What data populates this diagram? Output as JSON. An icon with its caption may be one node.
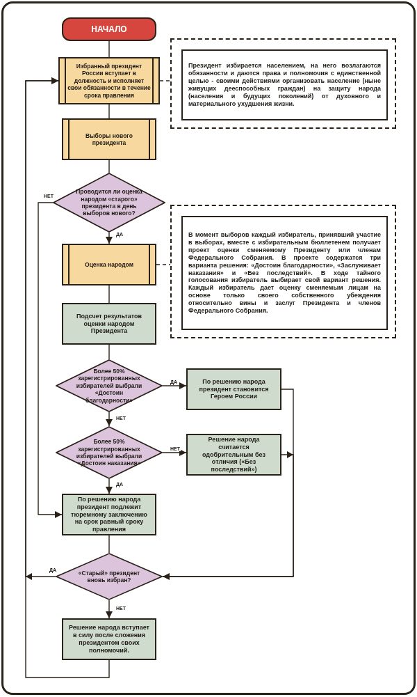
{
  "diagram": {
    "nodes": [
      {
        "text": [
          "НАЧАЛО"
        ]
      },
      {
        "text": [
          "Избранный президент России вступает в должность и исполняет свои обязанности в течение срока правления"
        ]
      },
      {
        "text": [],
        "shape": "box"
      },
      {
        "text": [
          "Президент избирается населением, на него возлагаются обязанности и даются права и полномочия с единственной целью - своими действиями организовать население (ныне живущих дееспособных граждан) на защиту народа (населения и будущих поколений) от духовного и материального ухудшения жизни."
        ],
        "in": 2
      },
      {
        "text": [
          "Выборы нового президента"
        ]
      },
      {
        "text": [
          "Проводится ли оценка народом «старого» президента в день выборов нового?"
        ]
      },
      {
        "text": [],
        "shape": "box"
      },
      {
        "text": [
          "В момент выборов каждый избиратель, принявший участие в выборах, вместе с избирательным бюллетенем получает проект оценки сменяемому Президенту или членам Федерального Собрания. В проекте содержатся три варианта решения: «Достоин благодарности», «Заслуживает наказания» и «Без последствий». В ходе тайного голосования избиратель выбирает свой вариант решения. Каждый избиратель дает оценку сменяемым лицам на основе только своего собственного убеждения относительно вины и заслуг Президента и членов Федерального Собрания."
        ],
        "in": 6
      },
      {
        "text": [
          "Оценка народом"
        ]
      },
      {
        "text": [
          "Подсчет результатов оценки народом Президента"
        ]
      },
      {
        "text": [
          "Более 50% зарегистрированных избирателей выбрали «Достоин благодарности»"
        ]
      },
      {
        "text": [
          "По решению народа президент становится Героем России"
        ]
      },
      {
        "text": [
          "Более 50% зарегистрированных избирателей выбрали «Достоин наказания»"
        ]
      },
      {
        "text": [
          "Решение народа считается одобрительным без отличия («Без последствий»)"
        ]
      },
      {
        "text": [
          "По решению народа президент подлежит тюремному заключению на срок равный сроку правления"
        ]
      },
      {
        "text": [
          "«Старый» президент вновь избран?"
        ]
      },
      {
        "text": [
          "Решение народа вступает в силу после сложения президентом своих полномочий."
        ]
      }
    ],
    "edges": [
      {
        "from": 0,
        "to": 1,
        "arrow": "none"
      },
      {
        "from": 1,
        "to": 2,
        "arrow": "none",
        "style": "dashed"
      },
      {
        "from": 1,
        "to": 4,
        "arrow": "none"
      },
      {
        "from": 4,
        "to": 5,
        "arrow": "none"
      },
      {
        "from": 5,
        "to": 8,
        "arrow": "to",
        "label": "ДА"
      },
      {
        "from": 5,
        "to": 14,
        "arrow": "to",
        "label": "НЕТ"
      },
      {
        "from": 8,
        "to": 6,
        "arrow": "none",
        "style": "dashed"
      },
      {
        "from": 8,
        "to": 9,
        "arrow": "none"
      },
      {
        "from": 9,
        "to": 10,
        "arrow": "none"
      },
      {
        "from": 10,
        "to": 11,
        "arrow": "to",
        "label": "ДА"
      },
      {
        "from": 10,
        "to": 12,
        "arrow": "to",
        "label": "НЕТ"
      },
      {
        "from": 12,
        "to": 13,
        "arrow": "to",
        "label": "НЕТ"
      },
      {
        "from": 12,
        "to": 14,
        "arrow": "to",
        "label": "ДА"
      },
      {
        "from": 11,
        "to": 15,
        "arrow": "none"
      },
      {
        "from": 13,
        "to": 15,
        "arrow": "to"
      },
      {
        "from": 14,
        "to": 15,
        "arrow": "none"
      },
      {
        "from": 15,
        "to": 16,
        "arrow": "to",
        "label": "НЕТ"
      },
      {
        "from": 15,
        "to": 1,
        "arrow": "to",
        "label": "ДА"
      },
      {
        "from": 16,
        "to": 1,
        "arrow": "to"
      }
    ]
  }
}
